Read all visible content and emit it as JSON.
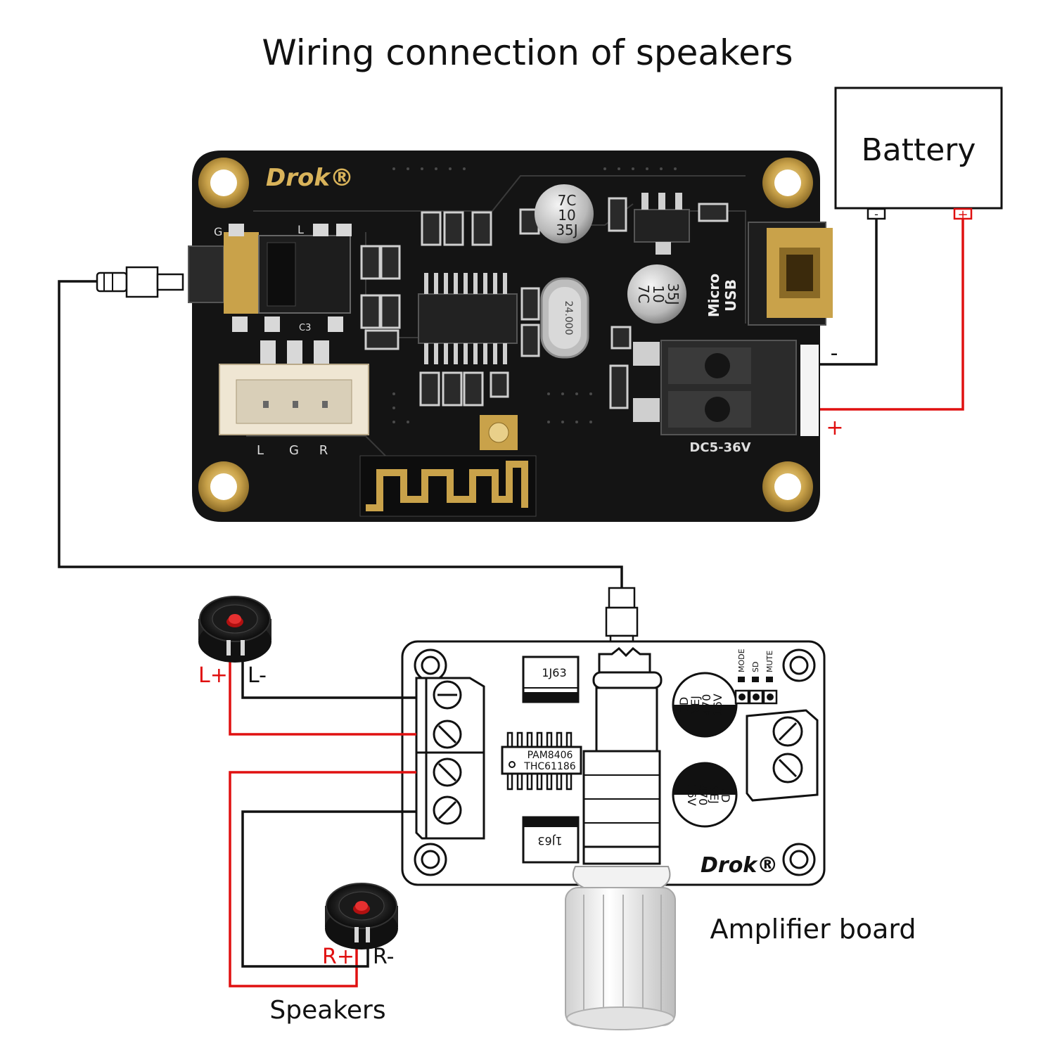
{
  "title": "Wiring connection of speakers",
  "battery": {
    "label": "Battery",
    "neg_terminal": "-",
    "pos_terminal": "+"
  },
  "bt_board": {
    "logo": "Drok®",
    "jack_pins": [
      "G",
      "L"
    ],
    "jack_pin_extra": "C3",
    "connector_pins": [
      "L",
      "G",
      "R"
    ],
    "usb_label_1": "Micro",
    "usb_label_2": "USB",
    "power_input_label": "DC5-36V",
    "crystal_label": "24.000",
    "cap_1_lines": [
      "7C",
      "10",
      "35J"
    ],
    "cap_2_lines": [
      "35J",
      "10",
      "7C"
    ],
    "wire_minus": "-",
    "wire_plus": "+"
  },
  "amp_board": {
    "label": "Amplifier board",
    "logo": "Drok®",
    "chip_label_1": "PAM8406",
    "chip_label_2": "THC61186",
    "inductor_1": "1J63",
    "inductor_2": "1J63",
    "cap_lines": [
      "7D",
      "VEJ",
      "470",
      "16V"
    ],
    "jumpers": [
      "MODE",
      "SD",
      "MUTE"
    ]
  },
  "speakers": {
    "label": "Speakers",
    "left_plus": "L+",
    "left_minus": "L-",
    "right_plus": "R+",
    "right_minus": "R-"
  },
  "colors": {
    "wire_positive": "#e01010",
    "wire_negative": "#111111",
    "pcb": "#141414",
    "gold": "#c9a24a"
  }
}
